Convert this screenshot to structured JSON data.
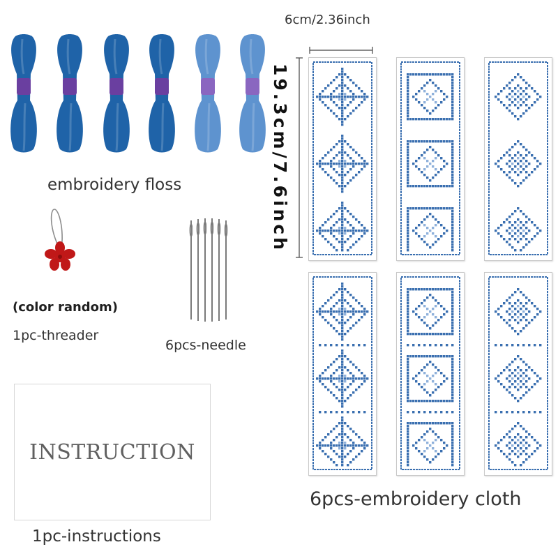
{
  "labels": {
    "floss": "embroidery floss",
    "color_random": "(color random)",
    "threader": "1pc-threader",
    "needles": "6pcs-needle",
    "instruction_card_text": "INSTRUCTION",
    "instructions": "1pc-instructions",
    "width_measure": "6cm/2.36inch",
    "height_measure": "19.3cm/7.6inch",
    "cloth": "6pcs-embroidery cloth"
  },
  "floss_skeins": [
    {
      "color": "#1f63a8",
      "band": "#6a3fa0"
    },
    {
      "color": "#1f63a8",
      "band": "#6a3fa0"
    },
    {
      "color": "#1f63a8",
      "band": "#6a3fa0"
    },
    {
      "color": "#1f63a8",
      "band": "#6a3fa0"
    },
    {
      "color": "#5e93cf",
      "band": "#8a66c0"
    },
    {
      "color": "#5e93cf",
      "band": "#8a66c0"
    }
  ],
  "colors": {
    "pattern_blue": "#3a6fb0",
    "threader_red": "#c01818",
    "needle": "#7a7a7a"
  },
  "icons": {
    "threader": "threader-icon",
    "needles": "needle-icon",
    "floss": "floss-skein-icon"
  },
  "cloth_strips_count": 6
}
